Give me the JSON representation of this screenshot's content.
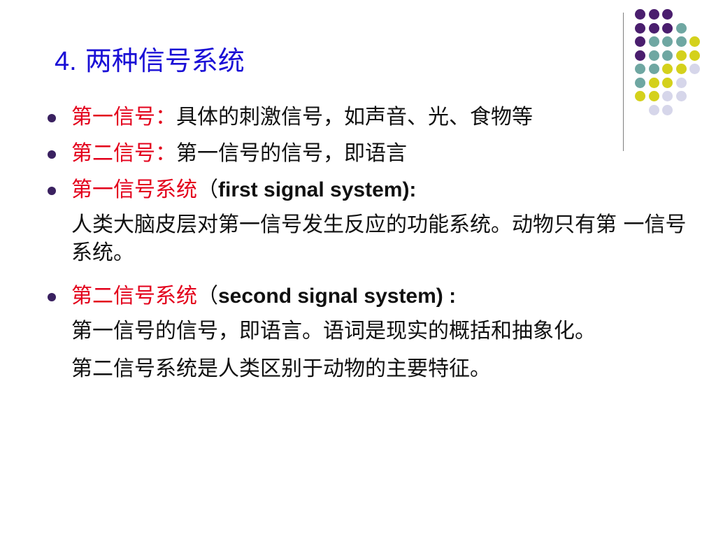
{
  "slide": {
    "title_num": "4.",
    "title_text": " 两种信号系统",
    "items": [
      {
        "term": "第一信号：",
        "text": "具体的刺激信号，如声音、光、食物等"
      },
      {
        "term": "第二信号：",
        "text": "第一信号的信号，即语言"
      },
      {
        "term": "第一信号系统",
        "open_paren": "（",
        "english": "first signal system):",
        "close_colon": "："
      },
      {
        "term": "第二信号系统",
        "open_paren": "（",
        "english": "second signal system) :",
        "close_colon": ""
      }
    ],
    "sub_first_system": "人类大脑皮层对第一信号发生反应的功能系统。动物只有第 一信号系统。",
    "sub_second_system_1": "第一信号的信号，即语言。语词是现实的概括和抽象化。",
    "sub_second_system_2": "第二信号系统是人类区别于动物的主要特征。"
  },
  "decor": {
    "colors": {
      "purple": "#4a1e6e",
      "teal": "#6fa7a2",
      "yellow": "#d4d11c",
      "lavender": "#d6d6ea",
      "bullet": "#3a2160",
      "title": "#1a0fd6",
      "term": "#e3001b"
    }
  }
}
